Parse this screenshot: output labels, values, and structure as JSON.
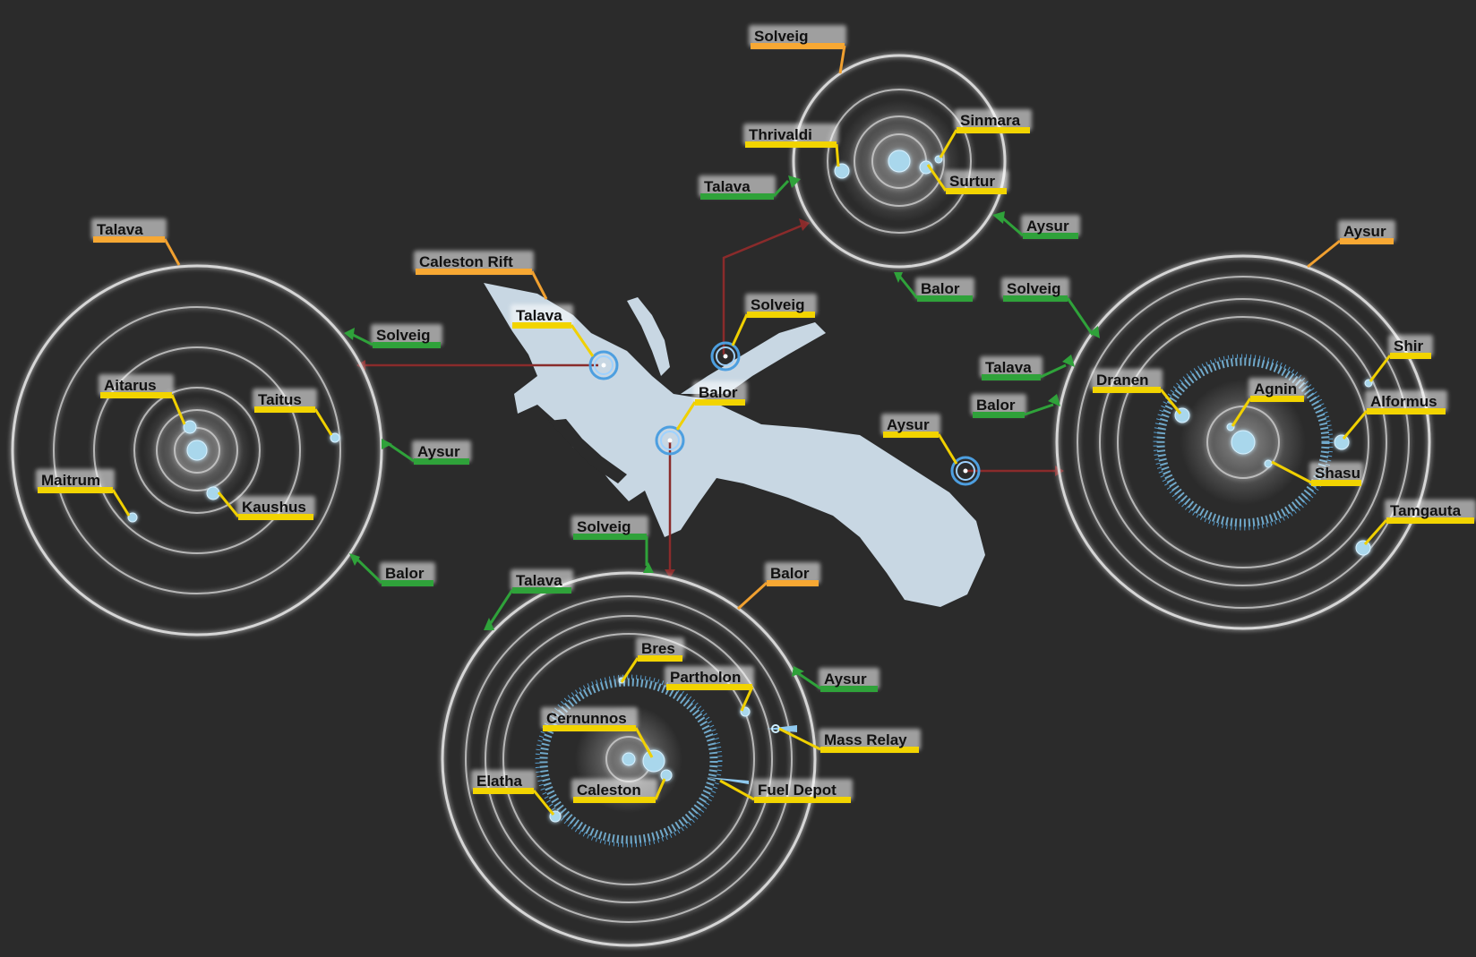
{
  "colors": {
    "background": "#2b2b2b",
    "label_system_star": "#f7a833",
    "label_body": "#f2d400",
    "label_exit": "#2fa23a",
    "nebula": "#c8d7e3",
    "route": "#8a2b2b",
    "planet": "#a9d7ec"
  },
  "cluster": {
    "name": "Caleston Rift",
    "relay_labels": {
      "talava": "Talava",
      "solveig": "Solveig",
      "balor": "Balor",
      "aysur": "Aysur"
    }
  },
  "systems": {
    "solveig": {
      "name": "Solveig",
      "bodies": [
        "Thrivaldi",
        "Sinmara",
        "Surtur"
      ],
      "exits": [
        "Talava",
        "Aysur",
        "Balor"
      ]
    },
    "talava": {
      "name": "Talava",
      "bodies": [
        "Aitarus",
        "Taitus",
        "Maitrum",
        "Kaushus"
      ],
      "exits": [
        "Solveig",
        "Aysur",
        "Balor"
      ]
    },
    "aysur": {
      "name": "Aysur",
      "bodies": [
        "Dranen",
        "Agnin",
        "Shir",
        "Alformus",
        "Shasu",
        "Tamgauta"
      ],
      "exits": [
        "Solveig",
        "Talava",
        "Balor"
      ]
    },
    "balor": {
      "name": "Balor",
      "bodies": [
        "Bres",
        "Partholon",
        "Cernunnos",
        "Caleston",
        "Elatha"
      ],
      "stations": [
        "Mass Relay",
        "Fuel Depot"
      ],
      "exits": [
        "Solveig",
        "Talava",
        "Aysur"
      ]
    }
  }
}
